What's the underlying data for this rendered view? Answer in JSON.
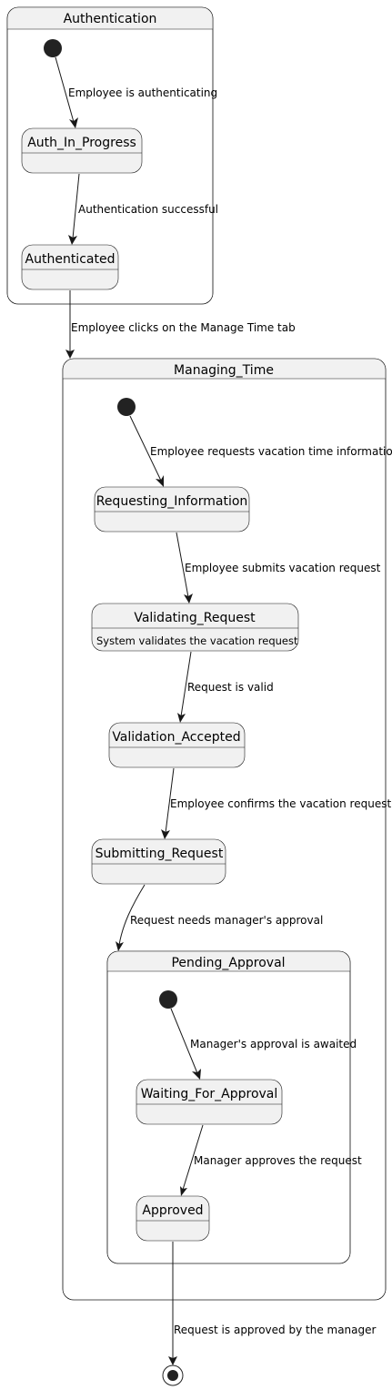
{
  "diagram": {
    "type": "state-diagram",
    "composites": {
      "authentication": "Authentication",
      "managing_time": "Managing_Time",
      "pending_approval": "Pending_Approval"
    },
    "states": {
      "auth_in_progress": "Auth_In_Progress",
      "authenticated": "Authenticated",
      "requesting_information": "Requesting_Information",
      "validating_request": "Validating_Request",
      "validating_request_desc": "System validates the vacation request",
      "validation_accepted": "Validation_Accepted",
      "submitting_request": "Submitting_Request",
      "waiting_for_approval": "Waiting_For_Approval",
      "approved": "Approved"
    },
    "transitions": {
      "t1": "Employee is authenticating",
      "t2": "Authentication successful",
      "t3": "Employee clicks on the Manage Time tab",
      "t4": "Employee requests vacation time information",
      "t5": "Employee submits vacation request",
      "t6": "Request is valid",
      "t7": "Employee confirms the vacation request",
      "t8": "Request needs manager's approval",
      "t9": "Manager's approval is awaited",
      "t10": "Manager approves the request",
      "t11": "Request is approved by the manager"
    }
  }
}
